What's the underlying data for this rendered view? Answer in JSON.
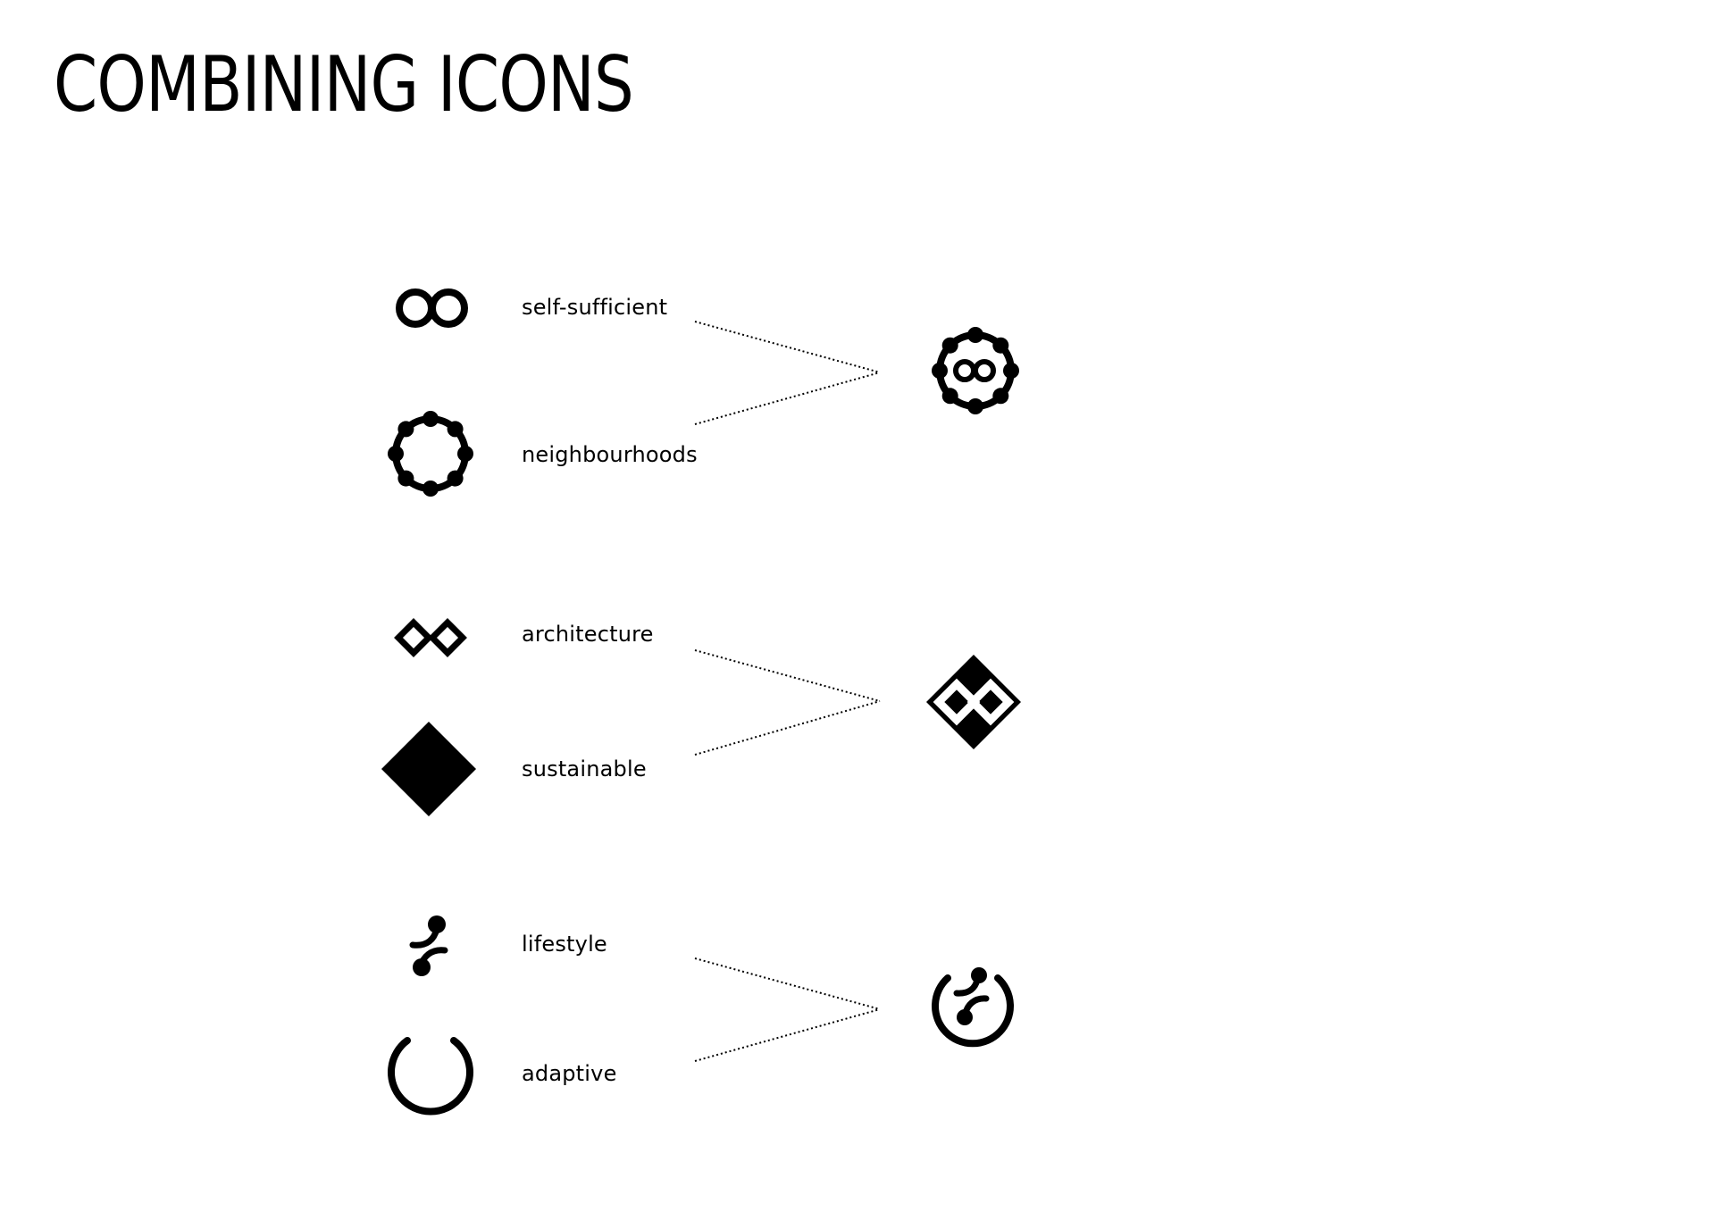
{
  "title": "COMBINING ICONS",
  "groups": [
    {
      "terms": [
        {
          "label": "self-sufficient",
          "icon": "infinity-circles-icon"
        },
        {
          "label": "neighbourhoods",
          "icon": "dotted-ring-icon"
        }
      ],
      "result_icon": "dotted-ring-with-infinity-icon"
    },
    {
      "terms": [
        {
          "label": "architecture",
          "icon": "diamond-infinity-icon"
        },
        {
          "label": "sustainable",
          "icon": "solid-diamond-icon"
        }
      ],
      "result_icon": "diamond-with-infinity-icon"
    },
    {
      "terms": [
        {
          "label": "lifestyle",
          "icon": "connected-dots-icon"
        },
        {
          "label": "adaptive",
          "icon": "open-ring-icon"
        }
      ],
      "result_icon": "open-ring-with-dots-icon"
    }
  ],
  "colors": {
    "ink": "#000000",
    "background": "#ffffff"
  }
}
